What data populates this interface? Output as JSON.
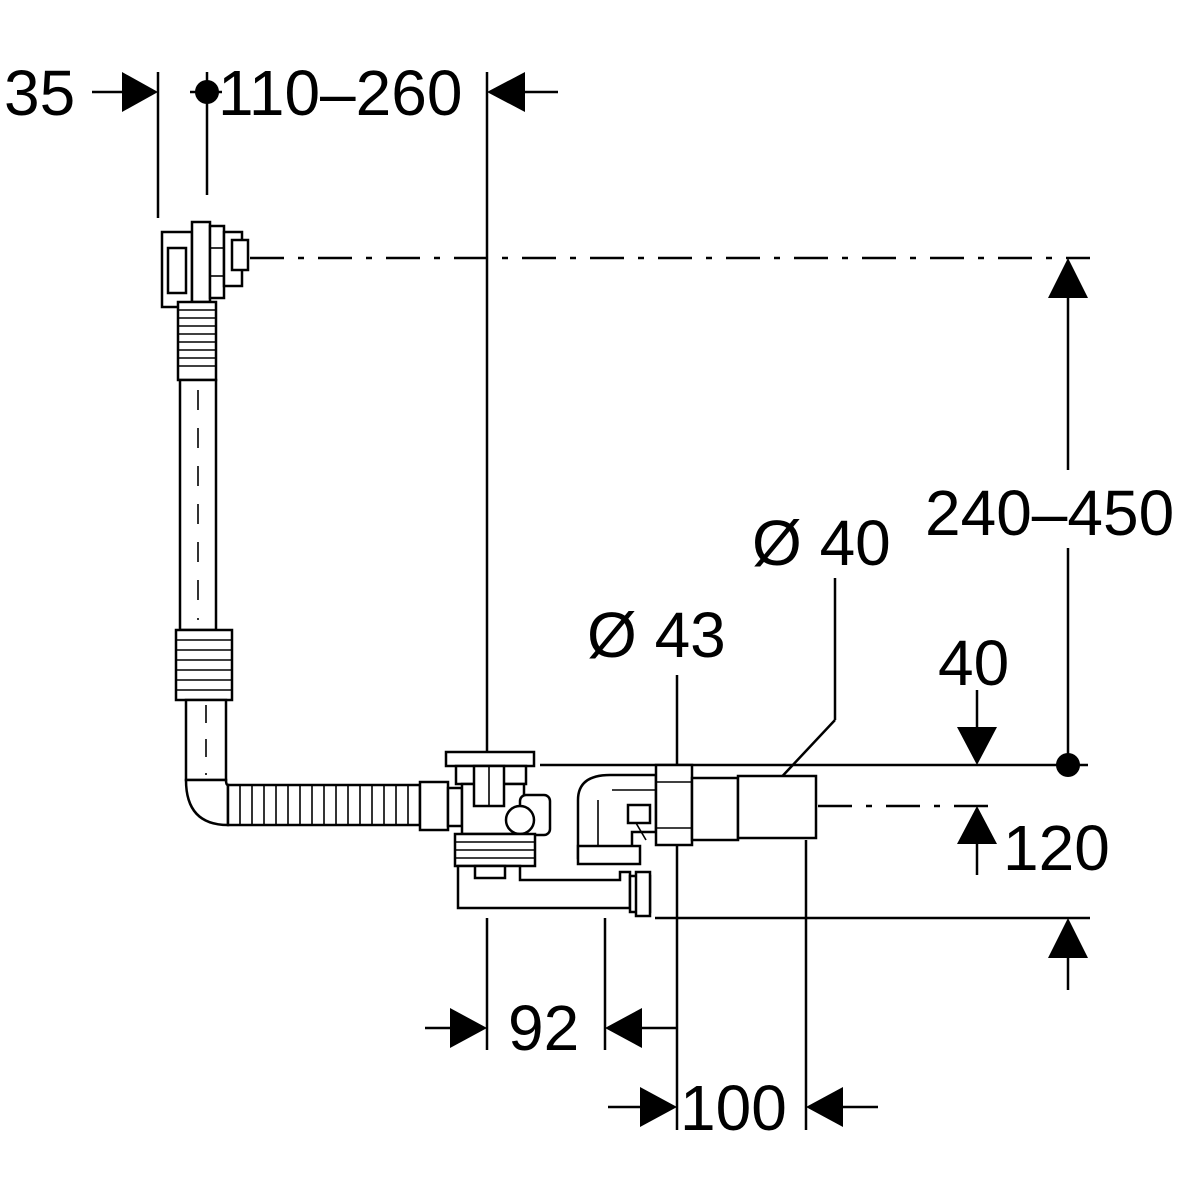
{
  "dimensions": {
    "top_left_offset": "35",
    "top_range": "110–260",
    "height_range": "240–450",
    "outlet_diameter": "Ø 40",
    "trap_diameter": "Ø 43",
    "top_gap": "40",
    "outlet_height": "120",
    "trap_width": "92",
    "outlet_width": "100"
  }
}
